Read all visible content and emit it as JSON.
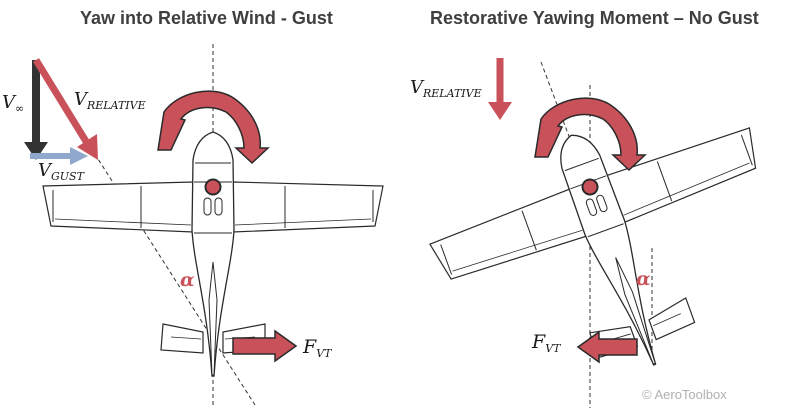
{
  "left_panel": {
    "title": "Yaw into Relative Wind - Gust",
    "v_inf_main": "V",
    "v_inf_sub": "∞",
    "v_relative_main": "V",
    "v_relative_sub": "RELATIVE",
    "v_gust_main": "V",
    "v_gust_sub": "GUST",
    "alpha": "α",
    "f_vt_main": "F",
    "f_vt_sub": "VT"
  },
  "right_panel": {
    "title": "Restorative Yawing Moment – No Gust",
    "v_relative_main": "V",
    "v_relative_sub": "RELATIVE",
    "alpha": "α",
    "f_vt_main": "F",
    "f_vt_sub": "VT"
  },
  "credit": "© AeroToolbox",
  "colors": {
    "title": "#3f3f3f",
    "accent_red": "#c9525a",
    "gust_blue": "#8fa8cc",
    "freestream_dark": "#333333",
    "outline": "#2a2a2a",
    "airframe_fill": "#ffffff"
  }
}
